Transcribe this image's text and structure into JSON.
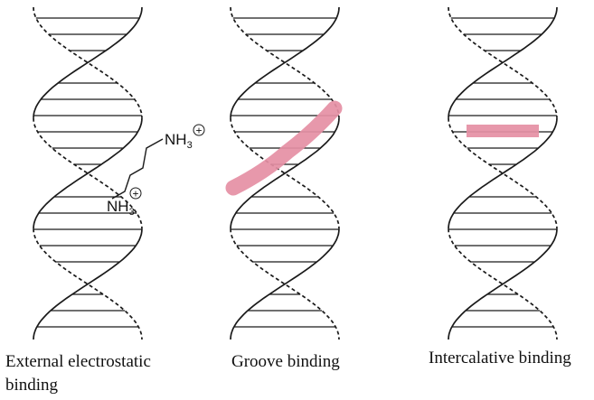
{
  "figure": {
    "panels": [
      {
        "caption_lines": [
          "External electrostatic",
          "binding"
        ]
      },
      {
        "caption_lines": [
          "Groove binding"
        ]
      },
      {
        "caption_lines": [
          "Intercalative binding"
        ]
      }
    ],
    "ligand": {
      "group_top": {
        "base": "NH",
        "sub": "3",
        "charge": "+"
      },
      "group_bottom": {
        "base": "NH",
        "sub": "3",
        "charge": "+"
      }
    },
    "colors": {
      "strand": "#1a1a1a",
      "drug": "#e58fa4"
    }
  }
}
